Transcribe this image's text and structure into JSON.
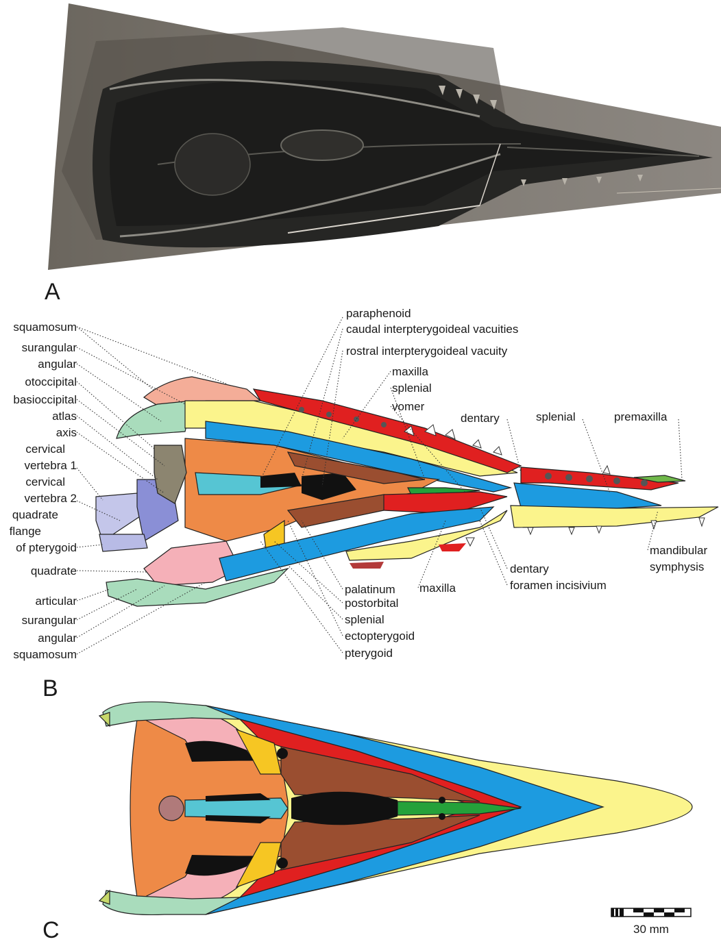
{
  "panels": {
    "a": "A",
    "b": "B",
    "c": "C"
  },
  "labels_left": [
    "squamosum",
    "surangular",
    "angular",
    "otoccipital",
    "basioccipital",
    "atlas",
    "axis",
    "cervical",
    "vertebra 1",
    "cervical",
    "vertebra 2",
    "quadrate",
    "flange",
    "of pterygoid",
    "quadrate",
    "articular",
    "surangular",
    "angular",
    "squamosum"
  ],
  "labels_top": [
    "paraphenoid",
    "caudal interpterygoideal vacuities",
    "rostral interpterygoideal vacuity",
    "maxilla",
    "splenial",
    "vomer",
    "dentary",
    "splenial",
    "premaxilla"
  ],
  "labels_bottom": [
    "palatinum",
    "maxilla",
    "postorbital",
    "splenial",
    "ectopterygoid",
    "pterygoid",
    "dentary",
    "foramen incisivium",
    "mandibular",
    "symphysis"
  ],
  "scale_bar": {
    "label": "30 mm"
  },
  "colors": {
    "red": "#e02020",
    "yellow": "#fbf48c",
    "blue": "#1d9be0",
    "orange": "#ee8a47",
    "pale_green": "#a9dcbc",
    "cyan": "#56c5d3",
    "brown": "#9a4e30",
    "green": "#25a13a",
    "pink": "#f5b0b8",
    "gold": "#f6c623",
    "salmon": "#f4ad98",
    "purple": "#8a8fd6",
    "grey_brown": "#8c8570",
    "black": "#111111"
  }
}
